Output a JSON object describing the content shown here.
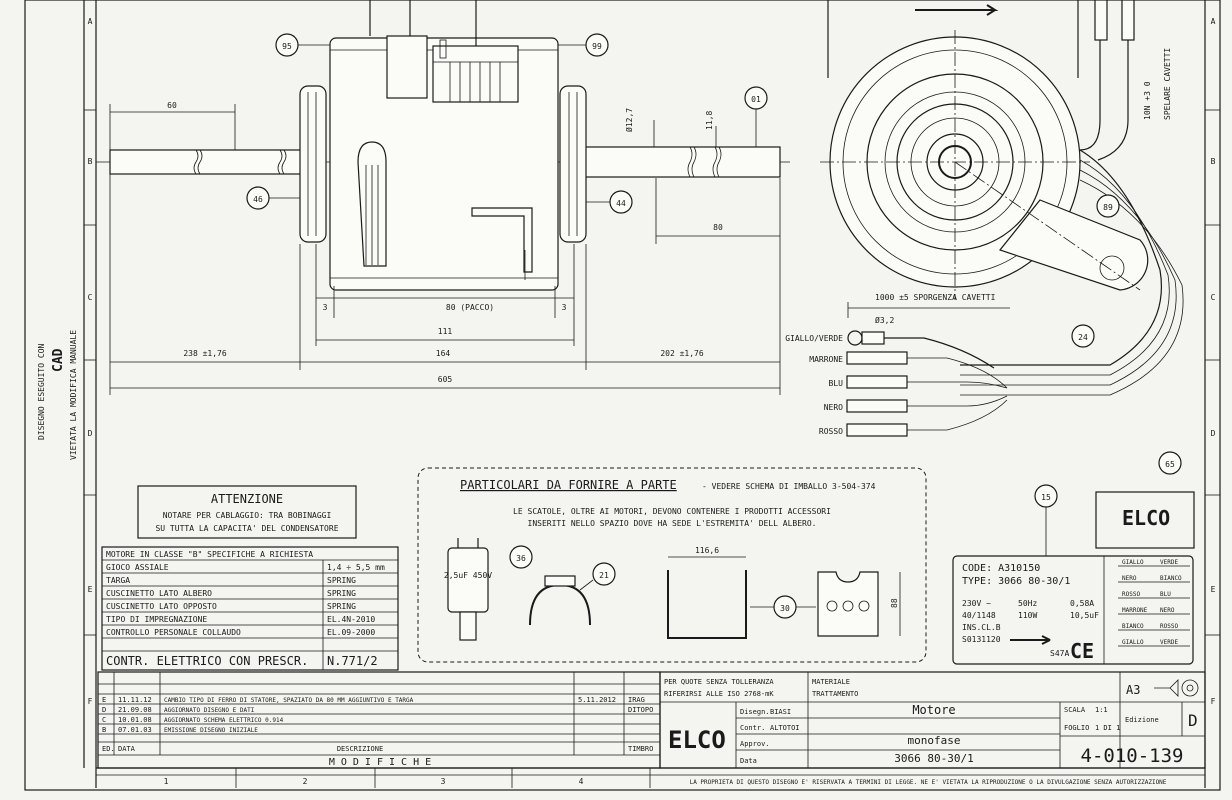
{
  "frame": {
    "row_labels": [
      "A",
      "B",
      "C",
      "D",
      "E",
      "F"
    ],
    "right_row_labels": [
      "A",
      "B",
      "C",
      "D",
      "E",
      "F"
    ]
  },
  "side_note": {
    "line1": "DISEGNO ESEGUITO CON",
    "line2": "CAD",
    "line3": "VIETATA LA MODIFICA MANUALE"
  },
  "callouts": {
    "c95": "95",
    "c99": "99",
    "c01": "01",
    "c46": "46",
    "c44": "44",
    "c89": "89",
    "c24": "24",
    "c36": "36",
    "c21": "21",
    "c30": "30",
    "c15": "15",
    "c65": "65"
  },
  "dims": {
    "d60": "60",
    "d127": "Ø12,7",
    "d118": "11,8",
    "d80": "80",
    "d3a": "3",
    "d3b": "3",
    "d80pacco": "80  (PACCO)",
    "d111": "111",
    "d164": "164",
    "d238": "238 ±1,76",
    "d202": "202 ±1,76",
    "d605": "605",
    "cable": "1000 ±5 SPORGENZA CAVETTI",
    "d32": "Ø3,2",
    "cavetti_top": "SPELARE CAVETTI",
    "cavetti_top2": "10N +3 0"
  },
  "wires": [
    "GIALLO/VERDE",
    "MARRONE",
    "BLU",
    "NERO",
    "ROSSO"
  ],
  "attention": {
    "title": "ATTENZIONE",
    "line1": "NOTARE PER CABLAGGIO: TRA BOBINAGGI",
    "line2": "SU TUTTA LA CAPACITA' DEL CONDENSATORE"
  },
  "specs": {
    "header": "MOTORE IN CLASSE \"B\"   SPECIFICHE A RICHIESTA",
    "rows": [
      [
        "GIOCO ASSIALE",
        "1,4 ÷ 5,5 mm"
      ],
      [
        "TARGA",
        "SPRING"
      ],
      [
        "CUSCINETTO LATO ALBERO",
        "SPRING"
      ],
      [
        "CUSCINETTO LATO OPPOSTO",
        "SPRING"
      ],
      [
        "TIPO DI IMPREGNAZIONE",
        "EL.4N-2010"
      ],
      [
        "CONTROLLO PERSONALE COLLAUDO",
        "EL.09-2000"
      ]
    ],
    "footer": [
      "CONTR. ELETTRICO CON PRESCR.",
      "N.771/2"
    ]
  },
  "parts": {
    "title": "PARTICOLARI DA FORNIRE A PARTE",
    "title_tail": "- VEDERE SCHEMA DI IMBALLO 3-504-374",
    "line1": "LE SCATOLE, OLTRE AI MOTORI, DEVONO CONTENERE I PRODOTTI ACCESSORI",
    "line2": "INSERITI NELLO SPAZIO DOVE HA SEDE L'ESTREMITA' DELL ALBERO.",
    "cap": "2,5uF 450V",
    "w116": "116,6",
    "h88": "88"
  },
  "nameplate": {
    "code": "CODE: A310150",
    "type": "TYPE: 3066 80-30/1",
    "v": "230V ~",
    "hz": "50Hz",
    "a": "0,58A",
    "rpm": "40/1148",
    "w": "110W",
    "uf": "10,5uF",
    "cl": "INS.CL.B",
    "ser": "S0131120",
    "ipx": "S47A",
    "ce": "CE"
  },
  "mini_table": {
    "rows": [
      [
        "GIALLO",
        "VERDE"
      ],
      [
        "NERO",
        "BIANCO"
      ],
      [
        "ROSSO",
        "BLU"
      ],
      [
        "MARRONE",
        "NERO"
      ],
      [
        "BIANCO",
        "ROSSO"
      ],
      [
        "GIALLO",
        "VERDE"
      ]
    ]
  },
  "revisions": {
    "rows": [
      [
        "E",
        "11.11.12",
        "CAMBIO TIPO DI FERRO DI STATORE, SPAZIATO DA 80 MM AGGIUNTIVO E TARGA",
        "5.11.2012",
        "IRAG"
      ],
      [
        "D",
        "21.09.08",
        "AGGIORNATO DISEGNO E DATI",
        "",
        "DITOPO"
      ],
      [
        "C",
        "10.01.08",
        "AGGIORNATO SCHEMA ELETTRICO 0.914",
        "",
        ""
      ],
      [
        "B",
        "07.01.03",
        "EMISSIONE DISEGNO INIZIALE",
        "",
        ""
      ]
    ],
    "footer_left": [
      "ED.",
      "DATA"
    ],
    "footer_mid": "DESCRIZIONE",
    "footer_r": "TIMBRO",
    "modifiche": "M O D I F I C H E",
    "bottom_cols": [
      "1",
      "2",
      "3",
      "4"
    ]
  },
  "titleblock": {
    "note1": "PER QUOTE SENZA TOLLERANZA",
    "note2": "RIFERIRSI ALLE ISO 2768-mK",
    "mat": "MATERIALE",
    "trat": "TRATTAMENTO",
    "logo": "ELCO",
    "dis": "BIASI",
    "contr": "ALTOTOI",
    "appr": "",
    "date": "",
    "disegnato": "Disegn.",
    "controllato": "Contr.",
    "approvato": "Approv.",
    "data": "Data",
    "title": "Motore",
    "sub": "monofase",
    "model": "3066 80-30/1",
    "format": "A3",
    "scale": "SCALA",
    "scale_v": "1:1",
    "sheet": "FOGLIO",
    "sheet_v": "1 DI 1",
    "rev_label": "Edizione",
    "rev": "D",
    "number": "4-010-139",
    "legal": "LA PROPRIETA DI QUESTO DISEGNO E' RISERVATA A TERMINI DI LEGGE. NE E' VIETATA LA RIPRODUZIONE O LA DIVULGAZIONE SENZA AUTORIZZAZIONE"
  },
  "colors": {
    "ink": "#1a1a1a",
    "paper": "#f4f4f1"
  }
}
